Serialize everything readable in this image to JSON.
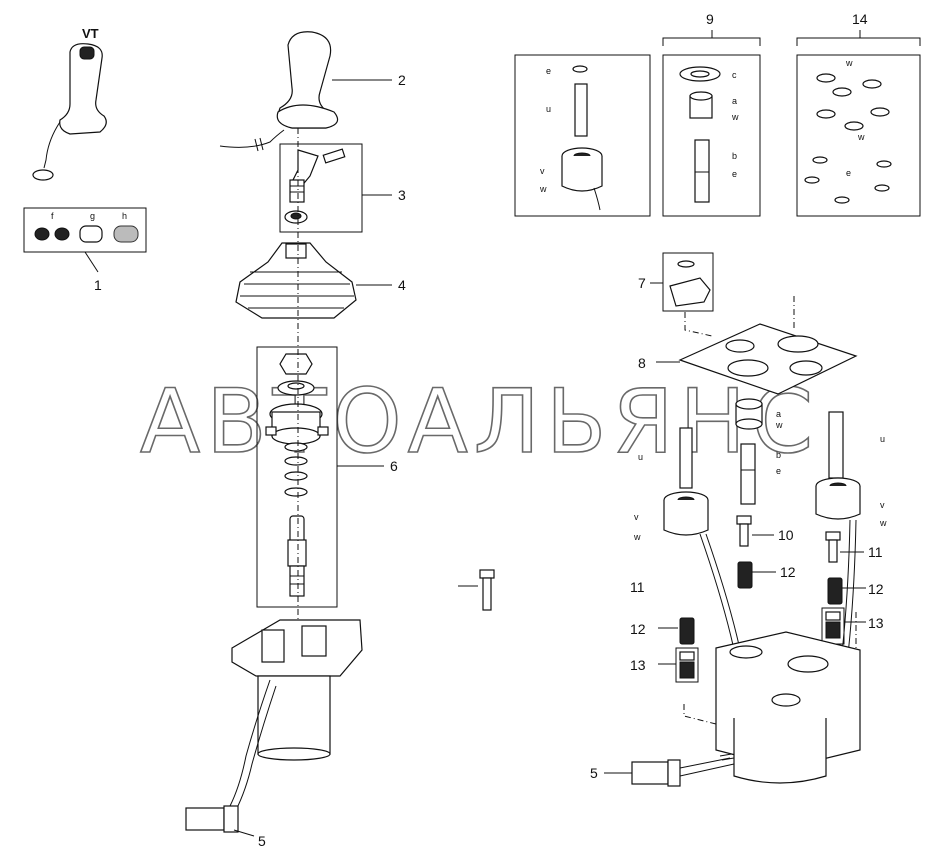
{
  "top_label": "VT",
  "watermark": "АВТОАЛЬЯНС",
  "callouts": {
    "n1": "1",
    "n2": "2",
    "n3": "3",
    "n4": "4",
    "n5a": "5",
    "n5b": "5",
    "n6": "6",
    "n7": "7",
    "n8": "8",
    "n9": "9",
    "n10": "10",
    "n11a": "11",
    "n11b": "11",
    "n12a": "12",
    "n12b": "12",
    "n12c": "12",
    "n13a": "13",
    "n13b": "13",
    "n14": "14"
  },
  "letters": {
    "kit1_f": "f",
    "kit1_g": "g",
    "kit1_h": "h",
    "kit9a_e": "e",
    "kit9a_u": "u",
    "kit9a_v": "v",
    "kit9a_w": "w",
    "kit9b_c": "c",
    "kit9b_a": "a",
    "kit9b_w": "w",
    "kit9b_b": "b",
    "kit9b_e": "e",
    "kit14_w1": "w",
    "kit14_w2": "w",
    "kit14_e": "e",
    "asm_a": "a",
    "asm_w": "w",
    "asm_b": "b",
    "asm_e": "e",
    "asm_u1": "u",
    "asm_u2": "u",
    "asm_v1": "v",
    "asm_w1": "w",
    "asm_v2": "v",
    "asm_w2": "w"
  }
}
